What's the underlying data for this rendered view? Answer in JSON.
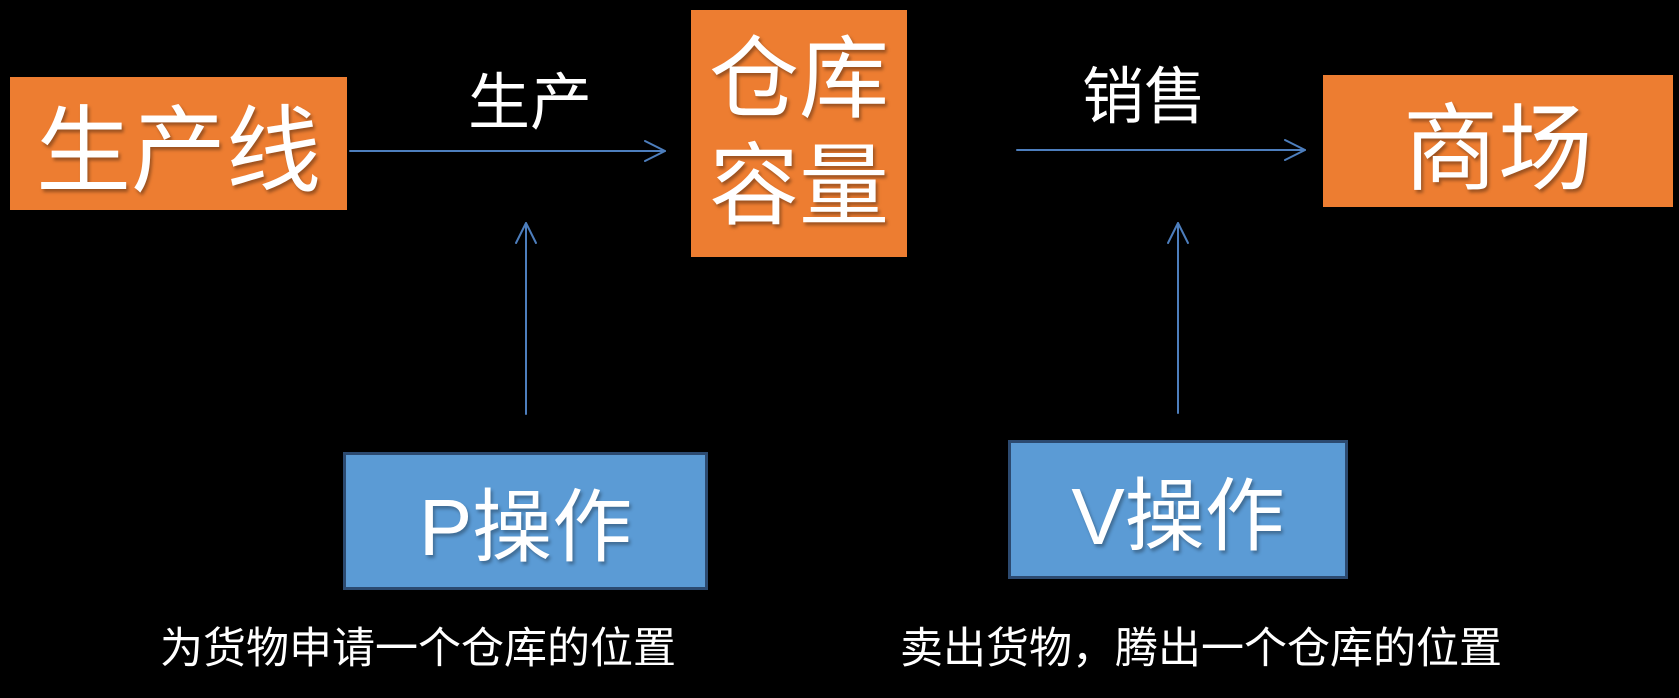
{
  "colors": {
    "bg": "#000000",
    "orange": "#ED7D31",
    "blue_fill": "#5B9BD5",
    "blue_border": "#2C4A70",
    "arrow": "#4D7EBD",
    "text": "#FFFFFF"
  },
  "nodes": {
    "production_line": {
      "label": "生产线"
    },
    "warehouse_capacity": {
      "line1": "仓库",
      "line2": "容量"
    },
    "mall": {
      "label": "商场"
    },
    "p_operation": {
      "label": "P操作"
    },
    "v_operation": {
      "label": "V操作"
    }
  },
  "arrows": {
    "produce": {
      "label": "生产"
    },
    "sell": {
      "label": "销售"
    }
  },
  "captions": {
    "p": "为货物申请一个仓库的位置",
    "v": "卖出货物，腾出一个仓库的位置"
  }
}
